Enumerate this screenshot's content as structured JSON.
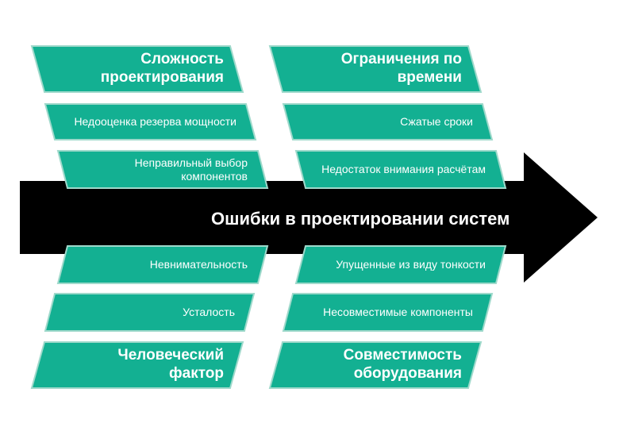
{
  "spine": {
    "title": "Ошибки в проектировании систем"
  },
  "colors": {
    "box_fill": "#13B092",
    "box_border": "#9FD9CB",
    "arrow": "#000000",
    "text": "#FFFFFF"
  },
  "categories": {
    "top_left": "Сложность проектирования",
    "top_right": "Ограничения по времени",
    "bottom_left": "Человеческий фактор",
    "bottom_right": "Совместимость оборудования"
  },
  "causes": {
    "top_left": [
      "Недооценка резерва мощности",
      "Неправильный выбор компонентов"
    ],
    "top_right": [
      "Сжатые сроки",
      "Недостаток внимания расчётам"
    ],
    "bottom_left": [
      "Невнимательность",
      "Усталость"
    ],
    "bottom_right": [
      "Упущенные из виду тонкости",
      "Несовместимые компоненты"
    ]
  }
}
